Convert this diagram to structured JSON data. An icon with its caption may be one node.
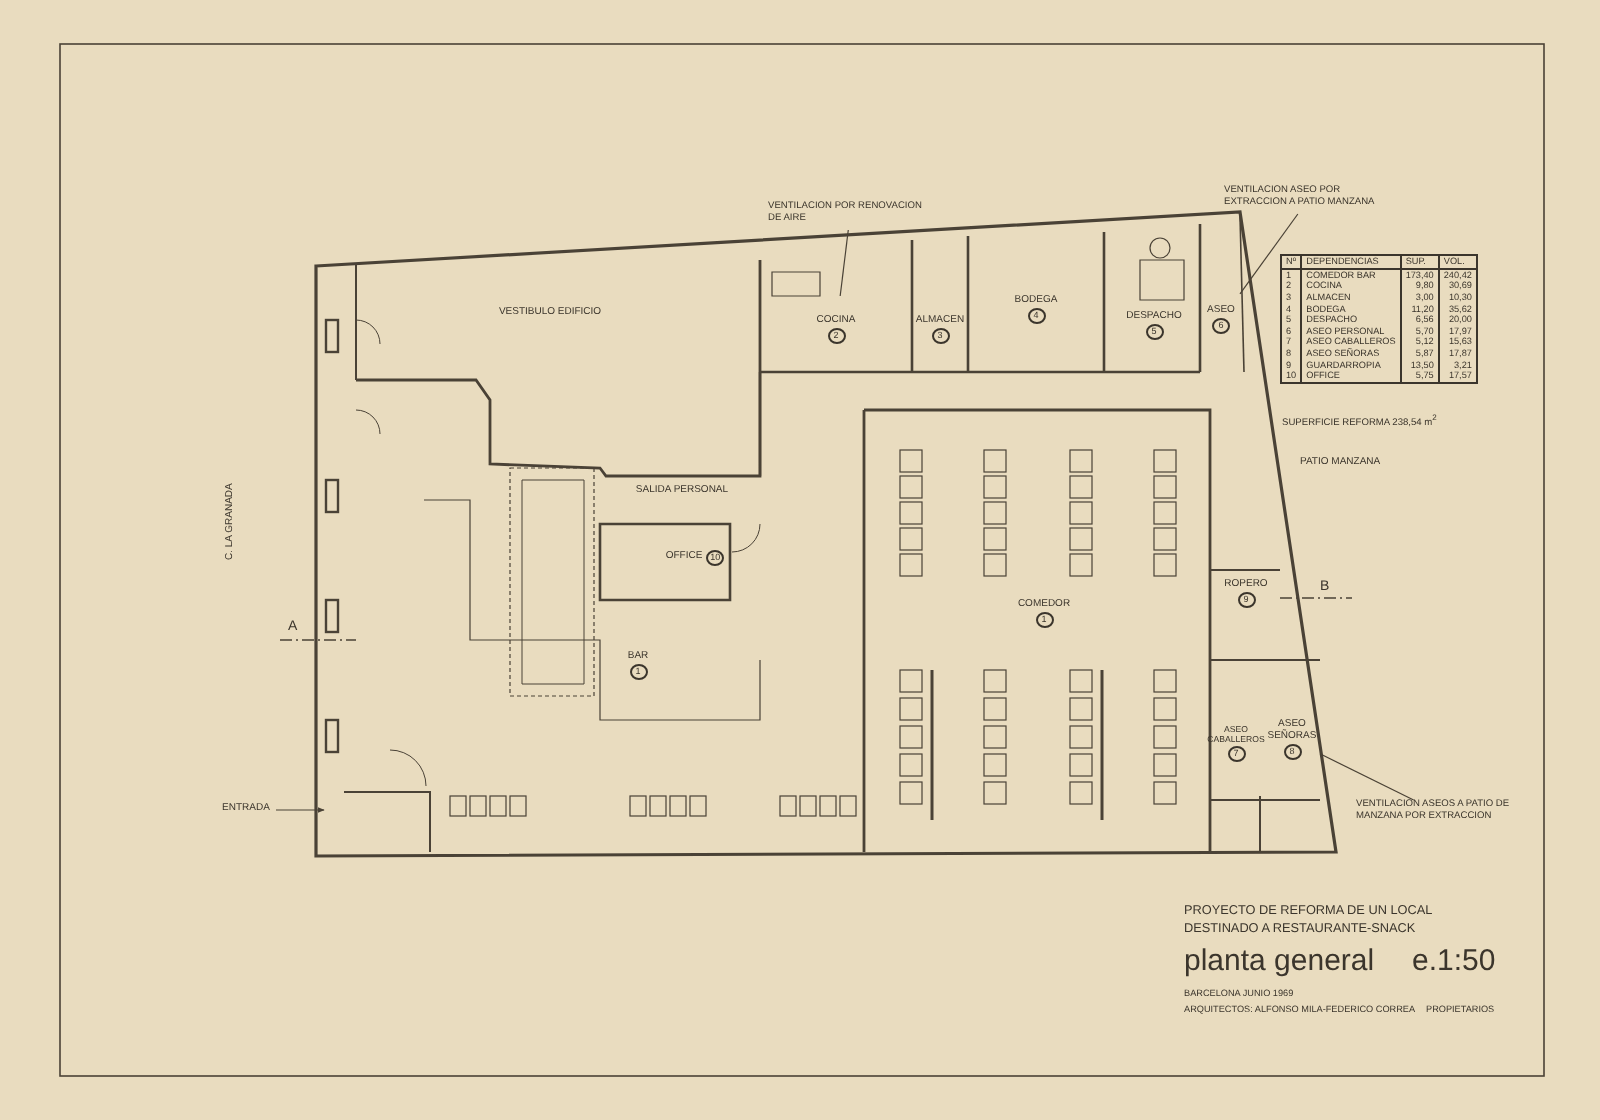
{
  "diagram": {
    "nodes": [
      {
        "text": [
          "VESTIBULO EDIFICIO"
        ]
      },
      {
        "text": [
          "COCINA",
          "2"
        ]
      },
      {
        "text": [
          "ALMACEN",
          "3"
        ]
      },
      {
        "text": [
          "BODEGA",
          "4"
        ]
      },
      {
        "text": [
          "DESPACHO",
          "5"
        ]
      },
      {
        "text": [
          "ASEO",
          "6"
        ]
      },
      {
        "text": [
          "SALIDA PERSONAL"
        ]
      },
      {
        "text": [
          "OFFICE",
          "10"
        ]
      },
      {
        "text": [
          "BAR",
          "1"
        ]
      },
      {
        "text": [
          "COMEDOR",
          "1"
        ]
      },
      {
        "text": [
          "ROPERO",
          "9"
        ]
      },
      {
        "text": [
          "ASEO CABALLEROS",
          "7"
        ]
      },
      {
        "text": [
          "ASEO SEÑORAS",
          "8"
        ]
      },
      {
        "text": [
          "VENTILACION POR RENOVACION DE AIRE"
        ]
      },
      {
        "text": [
          "VENTILACION ASEO POR EXTRACCION A PATIO MANZANA"
        ]
      },
      {
        "text": [
          "VENTILACION ASEOS A PATIO DE MANZANA POR EXTRACCION"
        ]
      },
      {
        "text": [
          "ENTRADA"
        ]
      }
    ],
    "edges": [
      {
        "from": 13,
        "to": 1,
        "arrow": "none"
      },
      {
        "from": 14,
        "to": 5,
        "arrow": "none"
      },
      {
        "from": 15,
        "to": 12,
        "arrow": "none"
      },
      {
        "from": 16,
        "to": null,
        "arrow": "to"
      }
    ],
    "labels": [
      "PATIO MANZANA",
      "C. LA GRANADA",
      "A",
      "B",
      "Nº",
      "DEPENDENCIAS",
      "SUP.",
      "VOL.",
      "1",
      "COMEDOR BAR",
      "173,40",
      "240,42",
      "2",
      "COCINA",
      "9,80",
      "30,69",
      "3",
      "ALMACEN",
      "3,00",
      "10,30",
      "4",
      "BODEGA",
      "11,20",
      "35,62",
      "5",
      "DESPACHO",
      "6,56",
      "20,00",
      "6",
      "ASEO PERSONAL",
      "5,70",
      "17,97",
      "7",
      "ASEO CABALLEROS",
      "5,12",
      "15,63",
      "8",
      "ASEO SEÑORAS",
      "5,87",
      "17,87",
      "9",
      "GUARDARROPIA",
      "13,50",
      "3,21",
      "10",
      "OFFICE",
      "5,75",
      "17,57",
      "SUPERFICIE REFORMA 238,54 m$^{2}$",
      "PROYECTO DE REFORMA DE UN LOCAL DESTINADO A RESTAURANTE-SNACK",
      "planta general",
      "e.1:50",
      "BARCELONA JUNIO 1969",
      "ARQUITECTOS: ALFONSO MILA-FEDERICO CORREA",
      "PROPIETARIOS"
    ]
  }
}
